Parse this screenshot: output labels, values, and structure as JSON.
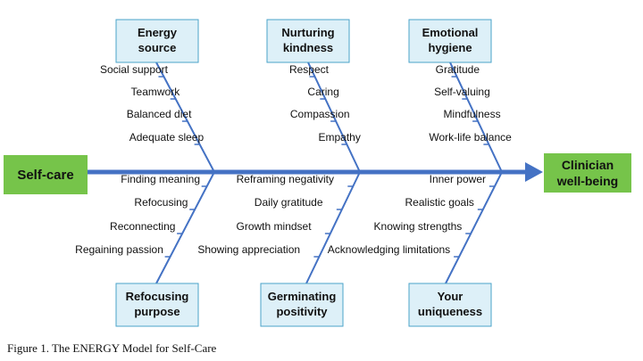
{
  "colors": {
    "spine": "#4472c4",
    "bone": "#4472c4",
    "category_fill": "#ddf0f8",
    "category_border": "#4aa3c9",
    "endpoint_fill": "#76c44a"
  },
  "start": {
    "label": "Self-care"
  },
  "end": {
    "lines": [
      "Clinician",
      "well-being"
    ]
  },
  "categories": [
    {
      "lines": [
        "Energy",
        "source"
      ],
      "items": [
        "Social support",
        "Teamwork",
        "Balanced diet",
        "Adequate sleep"
      ]
    },
    {
      "lines": [
        "Nurturing",
        "kindness"
      ],
      "items": [
        "Respect",
        "Caring",
        "Compassion",
        "Empathy"
      ]
    },
    {
      "lines": [
        "Emotional",
        "hygiene"
      ],
      "items": [
        "Gratitude",
        "Self-valuing",
        "Mindfulness",
        "Work-life balance"
      ]
    },
    {
      "lines": [
        "Refocusing",
        "purpose"
      ],
      "items": [
        "Finding meaning",
        "Refocusing",
        "Reconnecting",
        "Regaining passion"
      ]
    },
    {
      "lines": [
        "Germinating",
        "positivity"
      ],
      "items": [
        "Reframing negativity",
        "Daily gratitude",
        "Growth mindset",
        "Showing appreciation"
      ]
    },
    {
      "lines": [
        "Your",
        "uniqueness"
      ],
      "items": [
        "Inner power",
        "Realistic goals",
        "Knowing strengths",
        "Acknowledging limitations"
      ]
    }
  ],
  "caption": "Figure 1. The ENERGY Model for Self-Care"
}
